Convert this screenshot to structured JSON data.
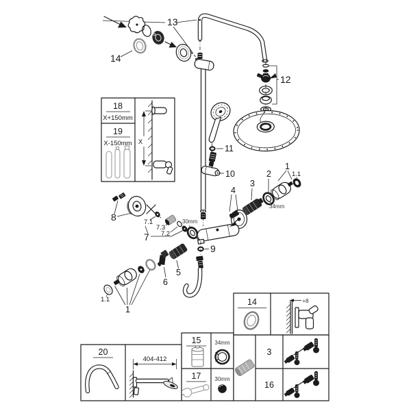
{
  "meta": {
    "background_color": "#ffffff",
    "line_color": "#1c1c1c",
    "light_gray": "#8f8f8f",
    "kind": "exploded-parts-diagram"
  },
  "diagram": {
    "callouts": {
      "c13": "13",
      "c14": "14",
      "c12": "12",
      "c11": "11",
      "c10": "10",
      "c9": "9",
      "c8": "8",
      "c7": "7",
      "c71": "7.1",
      "c72": "7.2",
      "c73": "7.3",
      "c6": "6",
      "c5": "5",
      "c4": "4",
      "c3": "3",
      "c2": "2",
      "c1r": "1",
      "c11r": "1.1",
      "c1l": "1",
      "c11l": "1.1",
      "mm34": "34mm",
      "mm30": "30mm"
    },
    "inset": {
      "n18": "18",
      "d18": "X+150mm",
      "n19": "19",
      "d19": "X-150mm",
      "x": "X"
    },
    "tables": {
      "seal_num": "14",
      "seal_offset": "+8",
      "n15": "15",
      "d15": "34mm",
      "n17": "17",
      "d17": "30mm",
      "n3": "3",
      "n16": "16",
      "n20": "20",
      "d20": "404-412"
    }
  }
}
